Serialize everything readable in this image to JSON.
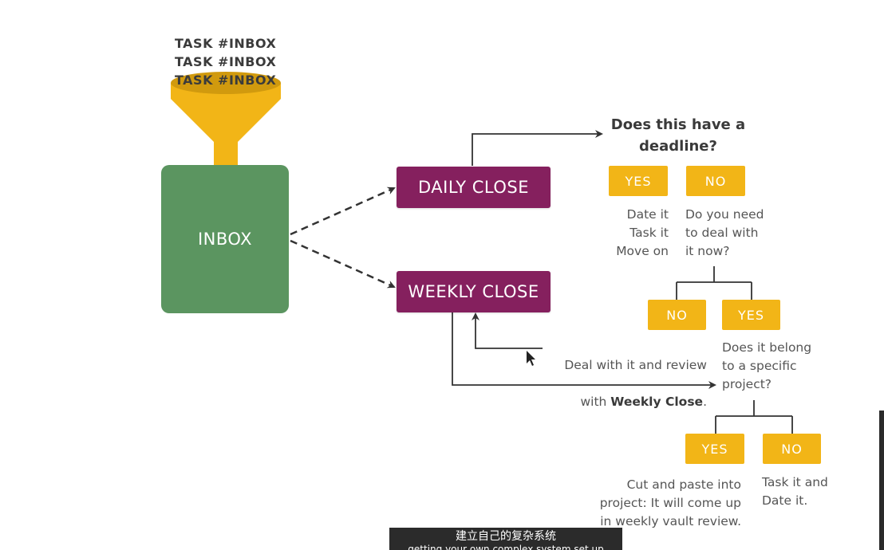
{
  "funnel": {
    "tasks": [
      "TASK #INBOX",
      "TASK #INBOX",
      "TASK #INBOX"
    ],
    "color": "#f2b517"
  },
  "inbox": {
    "label": "INBOX",
    "color": "#5b9560"
  },
  "daily_close": {
    "label": "DAILY CLOSE"
  },
  "weekly_close": {
    "label": "WEEKLY CLOSE"
  },
  "close_color": "#85205e",
  "deadline_question": "Does this have a\ndeadline?",
  "deadline_yes": {
    "label": "YES",
    "desc": "Date it\nTask it\nMove on"
  },
  "deadline_no": {
    "label": "NO",
    "desc": "Do you need\nto deal with\nit now?"
  },
  "now_no": {
    "label": "NO",
    "desc_line1": "Deal with it and review",
    "desc_prefix": "with ",
    "desc_bold": "Weekly Close",
    "desc_suffix": "."
  },
  "now_yes": {
    "label": "YES",
    "desc": "Does it belong\nto a specific\nproject?"
  },
  "project_yes": {
    "label": "YES",
    "desc": "Cut and paste into\nproject: It will come up\nin weekly vault review."
  },
  "project_no": {
    "label": "NO",
    "desc": "Task it and\nDate it."
  },
  "subtitle": {
    "zh": "建立自己的复杂系统",
    "en": "getting your own complex system set up"
  },
  "accent_yellow": "#f2b517"
}
